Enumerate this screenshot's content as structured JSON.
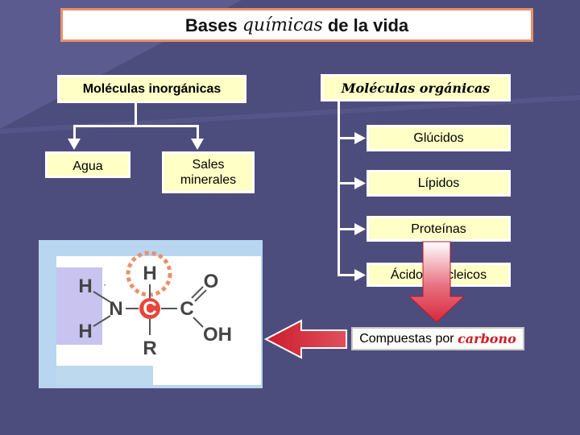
{
  "title": {
    "part1": "Bases",
    "part2": "químicas",
    "part3": "de la vida"
  },
  "inorganic": {
    "label": "Moléculas inorgánicas",
    "children": [
      "Agua",
      "Sales minerales"
    ]
  },
  "organic": {
    "label": "Moléculas orgánicas",
    "children": [
      "Glúcidos",
      "Lípidos",
      "Proteínas",
      "Ácidos nucleicos"
    ]
  },
  "composed": {
    "prefix": "Compuestas por",
    "highlight": "carbono"
  },
  "molecule": {
    "atoms": [
      "H",
      "H",
      "N",
      "H",
      "C",
      "C",
      "O",
      "OH",
      "R",
      "·"
    ]
  },
  "colors": {
    "background": "#4d4d7d",
    "cream": "#ffffc6",
    "arrow": "#cc1c2c",
    "amine": "#c8c3ef",
    "alpha_carbon": "#e8463c",
    "dashed_circle": "#e8906a"
  }
}
